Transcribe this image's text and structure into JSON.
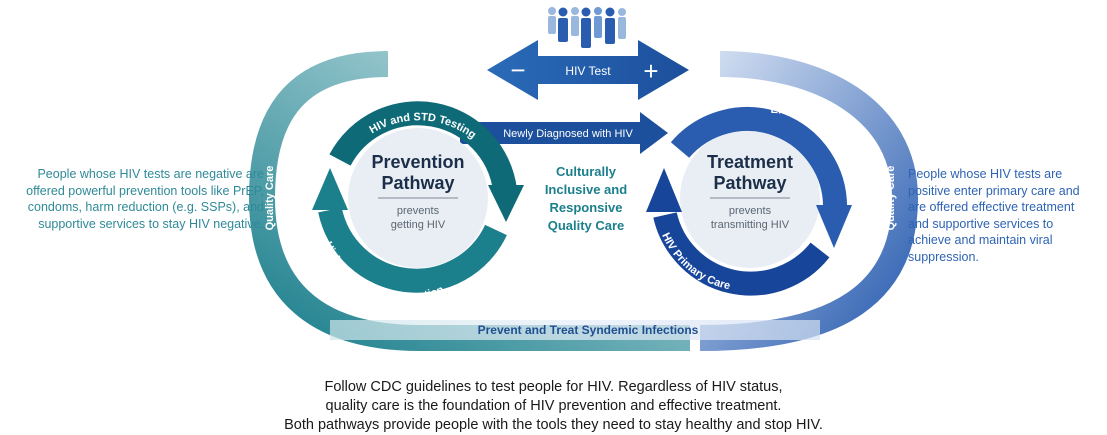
{
  "diagram": {
    "top_arrow": {
      "minus": "−",
      "label": "HIV Test",
      "plus": "+"
    },
    "newly_diagnosed": "Newly Diagnosed with HIV",
    "bottom_band": "Prevent and Treat Syndemic Infections",
    "quality_care_left": "Quality Care",
    "quality_care_right": "Quality Care",
    "center_text": [
      "Culturally",
      "Inclusive and",
      "Responsive",
      "Quality Care"
    ],
    "prevention": {
      "title_line1": "Prevention",
      "title_line2": "Pathway",
      "sub_line1": "prevents",
      "sub_line2": "getting HIV",
      "arc_top": "HIV and STD Testing",
      "arc_bottom": "High Impact HIV Prevention"
    },
    "treatment": {
      "title_line1": "Treatment",
      "title_line2": "Pathway",
      "sub_line1": "prevents",
      "sub_line2": "transmitting HIV",
      "arc_top": "Effective Treatment",
      "arc_bottom": "HIV Primary Care"
    }
  },
  "left_note": "People whose HIV tests are negative are offered powerful prevention tools like PrEP, condoms,  harm reduction (e.g. SSPs), and supportive services to stay HIV negative.",
  "right_note": "People whose HIV tests are positive enter primary care and are offered effective treatment and supportive services to achieve and maintain viral suppression.",
  "footer": [
    "Follow CDC guidelines to test people for HIV. Regardless of HIV status,",
    "quality care is the foundation of HIV prevention and effective treatment.",
    "Both pathways provide people with the tools they need to stay healthy and stop HIV."
  ],
  "colors": {
    "teal": "#1b7f8c",
    "teal_dark": "#0f6a78",
    "blue": "#2a5db0",
    "blue_dark": "#17459a",
    "navy": "#1c3f7a",
    "light_fill": "#e9eef4"
  }
}
